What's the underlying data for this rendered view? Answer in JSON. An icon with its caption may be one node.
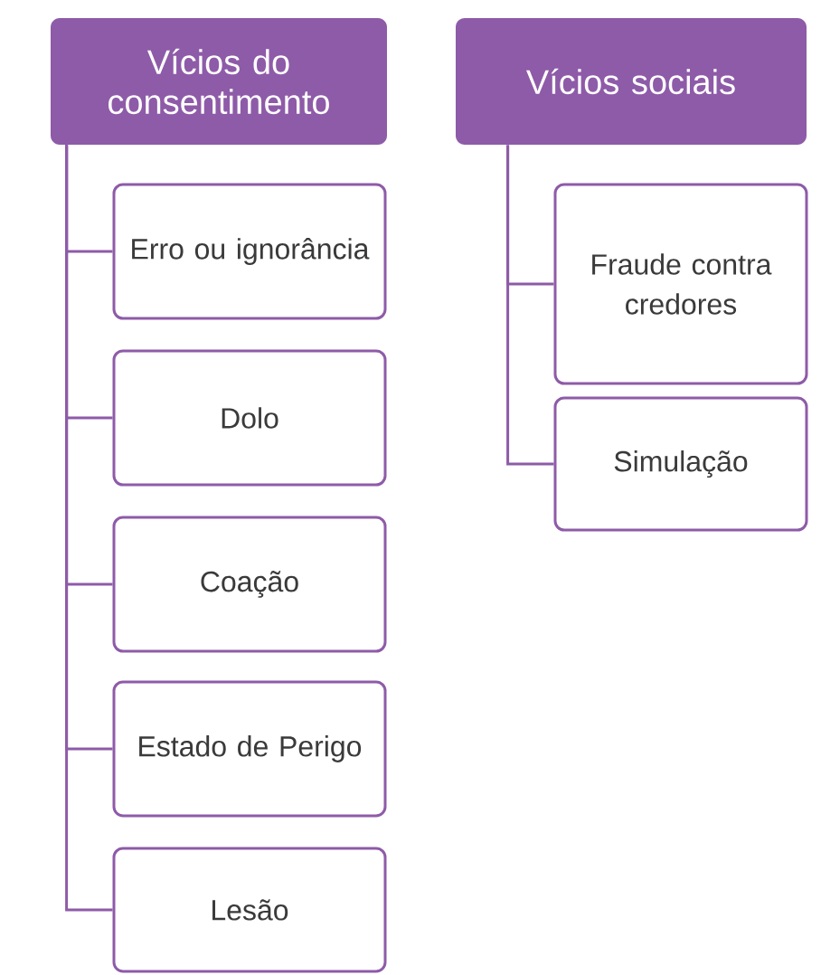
{
  "diagram": {
    "nodes": [
      {
        "text": [
          "Vícios do consentimento"
        ]
      },
      {
        "text": [
          "Erro ou ignorância"
        ]
      },
      {
        "text": [
          "Dolo"
        ]
      },
      {
        "text": [
          "Coação"
        ]
      },
      {
        "text": [
          "Estado de Perigo"
        ]
      },
      {
        "text": [
          "Lesão"
        ]
      },
      {
        "text": [
          "Vícios sociais"
        ]
      },
      {
        "text": [
          "Fraude contra credores"
        ]
      },
      {
        "text": [
          "Simulação"
        ]
      }
    ],
    "edges": [
      {
        "from": 0,
        "to": 1,
        "arrow": "none"
      },
      {
        "from": 0,
        "to": 2,
        "arrow": "none"
      },
      {
        "from": 0,
        "to": 3,
        "arrow": "none"
      },
      {
        "from": 0,
        "to": 4,
        "arrow": "none"
      },
      {
        "from": 0,
        "to": 5,
        "arrow": "none"
      },
      {
        "from": 6,
        "to": 7,
        "arrow": "none"
      },
      {
        "from": 6,
        "to": 8,
        "arrow": "none"
      }
    ]
  }
}
